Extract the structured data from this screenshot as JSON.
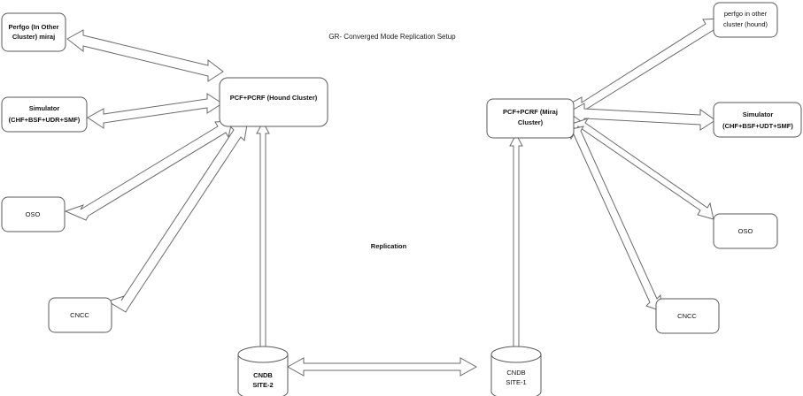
{
  "diagram": {
    "title": "GR- Converged Mode Replication Setup",
    "center_label": "Replication",
    "colors": {
      "stroke": "#6b6b6b",
      "node_stroke": "#5a5a5a",
      "fill": "#ffffff",
      "text": "#101010",
      "background": "#ffffff"
    },
    "nodes": {
      "perfgo_left": {
        "line1": "Perfgo (In Other",
        "line2": "Cluster) miraj"
      },
      "simulator_left": {
        "line1": "Simulator",
        "line2": "(CHF+BSF+UDR+SMF)"
      },
      "oso_left": {
        "line1": "OSO"
      },
      "cncc_left": {
        "line1": "CNCC"
      },
      "pcf_hound": {
        "line1": "PCF+PCRF (Hound Cluster)"
      },
      "pcf_miraj": {
        "line1": "PCF+PCRF (Miraj",
        "line2": "Cluster)"
      },
      "perfgo_right": {
        "line1": "perfgo in other",
        "line2": "cluster (hound)"
      },
      "simulator_right": {
        "line1": "Simulator",
        "line2": "(CHF+BSF+UDT+SMF)"
      },
      "oso_right": {
        "line1": "OSO"
      },
      "cncc_right": {
        "line1": "CNCC"
      },
      "cndb_site2": {
        "line1": "CNDB",
        "line2": "SITE-2"
      },
      "cndb_site1": {
        "line1": "CNDB",
        "line2": "SITE-1"
      }
    },
    "connections": [
      {
        "name": "perfgo-left-to-pcf-hound",
        "kind": "bidirectional"
      },
      {
        "name": "simulator-left-to-pcf-hound",
        "kind": "bidirectional"
      },
      {
        "name": "oso-left-to-pcf-hound",
        "kind": "bidirectional"
      },
      {
        "name": "cncc-left-to-pcf-hound",
        "kind": "bidirectional"
      },
      {
        "name": "cndb-site2-to-pcf-hound",
        "kind": "bidirectional"
      },
      {
        "name": "perfgo-right-to-pcf-miraj",
        "kind": "bidirectional"
      },
      {
        "name": "simulator-right-to-pcf-miraj",
        "kind": "bidirectional"
      },
      {
        "name": "oso-right-to-pcf-miraj",
        "kind": "bidirectional"
      },
      {
        "name": "cncc-right-to-pcf-miraj",
        "kind": "bidirectional"
      },
      {
        "name": "cndb-site1-to-pcf-miraj",
        "kind": "bidirectional"
      },
      {
        "name": "cndb-site2-to-cndb-site1",
        "kind": "bidirectional"
      }
    ]
  }
}
